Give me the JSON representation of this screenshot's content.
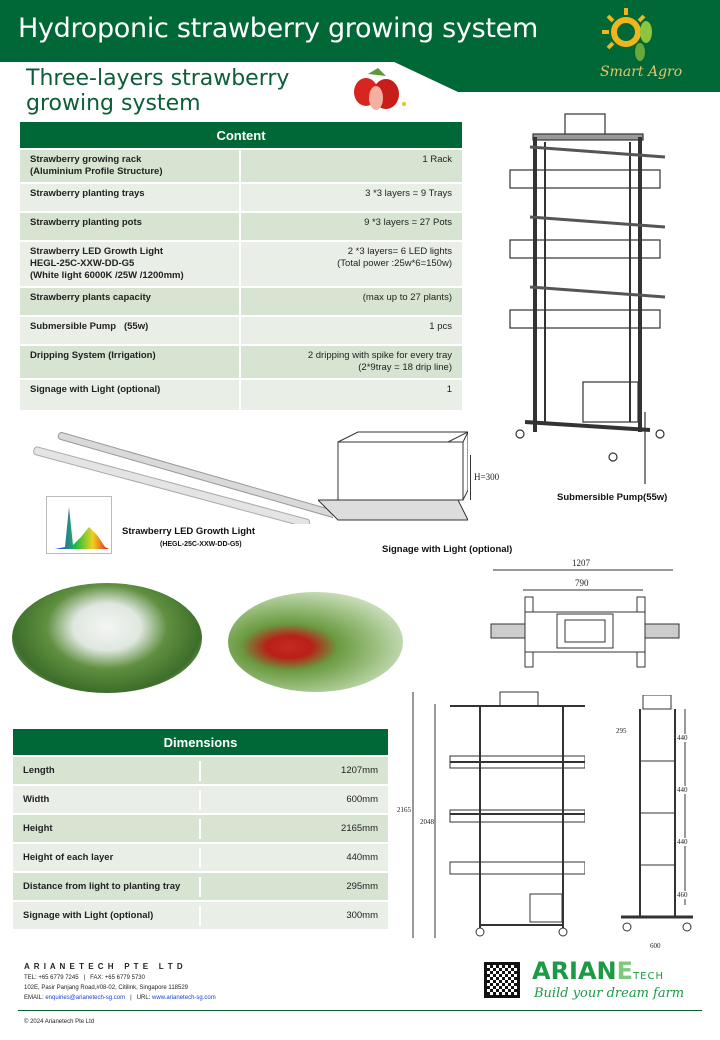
{
  "header": {
    "title": "Hydroponic strawberry growing system",
    "subtitle": "Three-layers strawberry growing system",
    "logo_text": "Smart Agro",
    "brand_color": "#006837"
  },
  "content_table": {
    "title": "Content",
    "rows": [
      {
        "item": [
          "Strawberry growing rack",
          "(Aluminium Profile Structure)"
        ],
        "value": [
          "1 Rack"
        ]
      },
      {
        "item": [
          "Strawberry planting trays"
        ],
        "value": [
          "3 *3 layers = 9 Trays"
        ]
      },
      {
        "item": [
          "Strawberry planting pots"
        ],
        "value": [
          "9 *3 layers = 27 Pots"
        ]
      },
      {
        "item": [
          "Strawberry LED Growth Light",
          "HEGL-25C-XXW-DD-G5",
          "(White light 6000K /25W /1200mm)"
        ],
        "value": [
          "2 *3 layers= 6 LED lights",
          "(Total power :25w*6=150w)"
        ]
      },
      {
        "item": [
          "Strawberry plants capacity"
        ],
        "value": [
          "(max up to 27 plants)"
        ]
      },
      {
        "item": [
          "Submersible Pump   (55w)"
        ],
        "value": [
          "1 pcs"
        ]
      },
      {
        "item": [
          "Dripping System (Irrigation)"
        ],
        "value": [
          "2 dripping with spike for every tray",
          "(2*9tray = 18 drip line)"
        ]
      },
      {
        "item": [
          "Signage with Light (optional)"
        ],
        "value": [
          "1"
        ]
      }
    ]
  },
  "captions": {
    "pump": "Submersible Pump(55w)",
    "led": "Strawberry LED Growth Light",
    "led_model": "(HEGL-25C-XXW-DD-G5)",
    "signage": "Signage with Light (optional)",
    "signage_h": "H=300"
  },
  "drawing_dims": {
    "length": "1207",
    "inner": "790",
    "total_h": "2165",
    "frame_h": "2048",
    "light_gap": "295",
    "layer1": "440",
    "layer2": "440",
    "layer3": "440",
    "base": "460",
    "width": "600"
  },
  "dimensions_table": {
    "title": "Dimensions",
    "rows": [
      {
        "item": "Length",
        "value": "1207mm"
      },
      {
        "item": "Width",
        "value": "600mm"
      },
      {
        "item": "Height",
        "value": "2165mm"
      },
      {
        "item": "Height of each layer",
        "value": "440mm"
      },
      {
        "item": "Distance from light to planting tray",
        "value": "295mm"
      },
      {
        "item": "Signage with Light (optional)",
        "value": "300mm"
      }
    ]
  },
  "footer": {
    "company": "A R I A N E T E C H   P T E   L T D",
    "tel": "TEL: +65 6779 7245   |   FAX: +65 6779 5730",
    "address": "102E, Pasir Panjang Road,#08-02, Citilink, Singapore 118529",
    "email_label": "EMAIL: ",
    "email": "enquiries@arianetech-sg.com",
    "url_label": "   |   URL: ",
    "url": "www.arianetech-sg.com",
    "brand": "ARIAN",
    "brand_e": "E",
    "brand_tech": "TECH",
    "tagline": "Build your dream farm",
    "copyright": "© 2024 Arianetech Pte Ltd"
  }
}
